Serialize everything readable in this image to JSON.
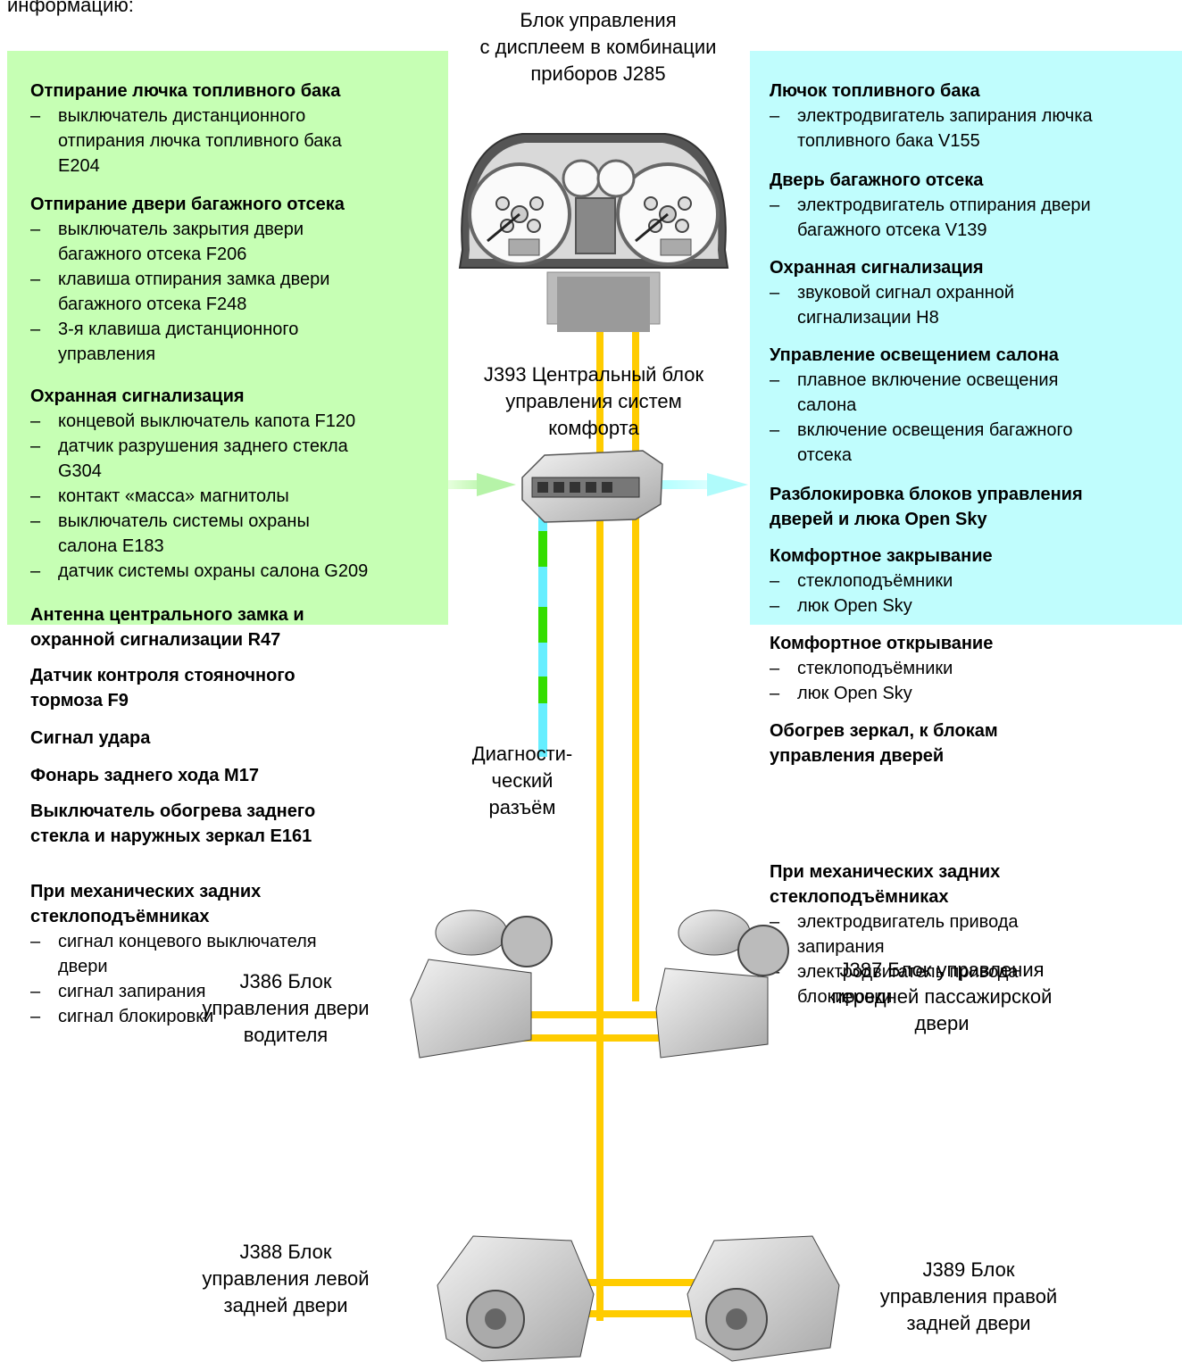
{
  "top_fragment": "информацию:",
  "colors": {
    "bus": "#ffcc00",
    "left_panel": "#c6ffb4",
    "right_panel": "#c0fdfd",
    "diag_line": "#66eeff",
    "diag_dash": "#33dd00"
  },
  "labels": {
    "cluster": [
      "Блок управления",
      "с дисплеем в комбинации",
      "приборов J285"
    ],
    "central": [
      "J393 Центральный блок",
      "управления систем",
      "комфорта"
    ],
    "diagnostic": [
      "Диагности-",
      "ческий",
      "разъём"
    ],
    "j386": [
      "J386 Блок",
      "управления двери",
      "водителя"
    ],
    "j387": [
      "J387 Блок управления",
      "передней пассажирской",
      "двери"
    ],
    "j388": [
      "J388 Блок",
      "управления левой",
      "задней двери"
    ],
    "j389": [
      "J389 Блок",
      "управления правой",
      "задней двери"
    ]
  },
  "left": [
    {
      "title": [
        "Отпирание лючка топливного бака"
      ],
      "items": [
        [
          "выключатель дистанционного",
          "отпирания лючка топливного бака",
          "E204"
        ]
      ]
    },
    {
      "title": [
        "Отпирание двери багажного отсека"
      ],
      "items": [
        [
          "выключатель закрытия двери",
          "багажного отсека F206"
        ],
        [
          "клавиша отпирания замка двери",
          "багажного отсека F248"
        ],
        [
          "3-я клавиша дистанционного",
          "управления"
        ]
      ]
    },
    {
      "title": [
        "Охранная сигнализация"
      ],
      "items": [
        [
          "концевой выключатель капота F120"
        ],
        [
          "датчик разрушения заднего стекла",
          "G304"
        ],
        [
          "контакт «масса» магнитолы"
        ],
        [
          "выключатель системы охраны",
          "салона E183"
        ],
        [
          "датчик системы охраны салона G209"
        ]
      ]
    },
    {
      "title": [
        "Антенна центрального замка и",
        "охранной сигнализации R47"
      ],
      "items": []
    },
    {
      "title": [
        "Датчик контроля стояночного",
        "тормоза F9"
      ],
      "items": []
    },
    {
      "title": [
        "Сигнал удара"
      ],
      "items": []
    },
    {
      "title": [
        "Фонарь заднего хода M17"
      ],
      "items": []
    },
    {
      "title": [
        "Выключатель обогрева заднего",
        "стекла и наружных зеркал E161"
      ],
      "items": []
    },
    {
      "title": [
        "При механических задних",
        "стеклоподъёмниках"
      ],
      "items": [
        [
          "сигнал концевого выключателя",
          "двери"
        ],
        [
          "сигнал запирания"
        ],
        [
          "сигнал блокировки"
        ]
      ]
    }
  ],
  "right": [
    {
      "title": [
        "Лючок топливного бака"
      ],
      "items": [
        [
          "электродвигатель запирания лючка",
          "топливного бака V155"
        ]
      ]
    },
    {
      "title": [
        "Дверь багажного отсека"
      ],
      "items": [
        [
          "электродвигатель отпирания двери",
          "багажного отсека V139"
        ]
      ]
    },
    {
      "title": [
        "Охранная сигнализация"
      ],
      "items": [
        [
          "звуковой сигнал охранной",
          "сигнализации H8"
        ]
      ]
    },
    {
      "title": [
        "Управление освещением салона"
      ],
      "items": [
        [
          "плавное включение освещения",
          "салона"
        ],
        [
          "включение освещения багажного",
          "отсека"
        ]
      ]
    },
    {
      "title": [
        "Разблокировка блоков управления",
        "дверей и люка Open Sky"
      ],
      "items": []
    },
    {
      "title": [
        "Комфортное закрывание"
      ],
      "items": [
        [
          "стеклоподъёмники"
        ],
        [
          "люк Open Sky"
        ]
      ]
    },
    {
      "title": [
        "Комфортное открывание"
      ],
      "items": [
        [
          "стеклоподъёмники"
        ],
        [
          "люк Open Sky"
        ]
      ]
    },
    {
      "title": [
        "Обогрев зеркал, к блокам",
        "управления дверей"
      ],
      "items": []
    },
    {
      "title": [
        "При механических задних",
        "стеклоподъёмниках"
      ],
      "items": [
        [
          "электродвигатель привода",
          "запирания"
        ],
        [
          "электродвигатель привода",
          "блокировки"
        ]
      ]
    }
  ]
}
